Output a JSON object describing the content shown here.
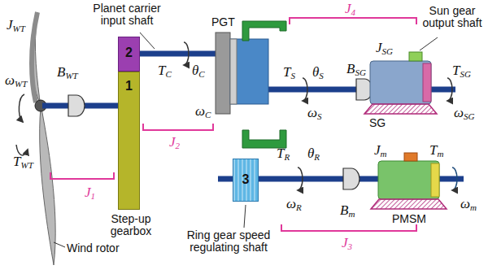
{
  "diagram": {
    "nodes": [
      {
        "text": [
          "2"
        ]
      },
      {
        "text": [
          "1"
        ]
      },
      {
        "text": [
          "3"
        ]
      }
    ],
    "labels": [
      "Planet carrier input shaft",
      "JWT",
      "ωWT",
      "BWT",
      "TWT",
      "Step-up gearbox",
      "Wind rotor",
      "J1",
      "TC",
      "θC",
      "ωC",
      "J2",
      "PGT",
      "J4",
      "Sun gear output shaft",
      "TS",
      "θS",
      "ωS",
      "BSG",
      "JSG",
      "TSG",
      "ωSG",
      "SG",
      "TR",
      "θR",
      "ωR",
      "Jm",
      "Bm",
      "Tm",
      "ωm",
      "PMSM",
      "Ring gear speed regulating shaft",
      "J3"
    ]
  }
}
